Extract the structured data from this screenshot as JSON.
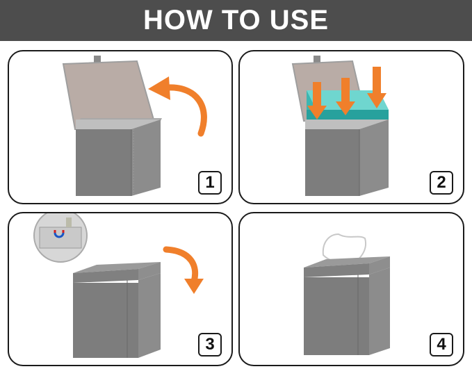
{
  "header": {
    "title": "HOW TO USE"
  },
  "steps": [
    {
      "number": "1",
      "icon": "open-lid"
    },
    {
      "number": "2",
      "icon": "insert-tissues"
    },
    {
      "number": "3",
      "icon": "close-lid-magnetic"
    },
    {
      "number": "4",
      "icon": "pull-tissue"
    }
  ],
  "colors": {
    "banner": "#4d4d4d",
    "box_front": "#7f7f7f",
    "box_side": "#8e8e8e",
    "lid_inside": "#b7aaa4",
    "arrow": "#f07f2b",
    "tissue_pack": "#2fb7b3"
  }
}
